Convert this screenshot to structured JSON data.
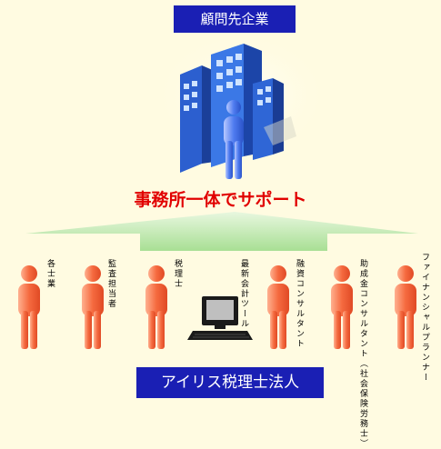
{
  "header": {
    "client_label": "顧問先企業"
  },
  "slogan": "事務所一体でサポート",
  "members": [
    {
      "label": "各士業"
    },
    {
      "label": "監査担当者"
    },
    {
      "label": "税理士"
    },
    {
      "label": "最新会計ツール"
    },
    {
      "label": "融資コンサルタント"
    },
    {
      "label": "助成金コンサルタント（社会保険労務士）"
    },
    {
      "label": "ファイナンシャルプランナー"
    }
  ],
  "footer": {
    "firm_label": "アイリス税理士法人"
  },
  "colors": {
    "background": "#fffbe1",
    "label_box": "#1a1fb4",
    "slogan": "#e10000",
    "staff": "#f0603a",
    "client_person": "#3a6fe0",
    "arrow": "#bfe8b0"
  },
  "icons": [
    "office-building-icon",
    "client-person-icon",
    "staff-person-icon",
    "computer-icon"
  ]
}
